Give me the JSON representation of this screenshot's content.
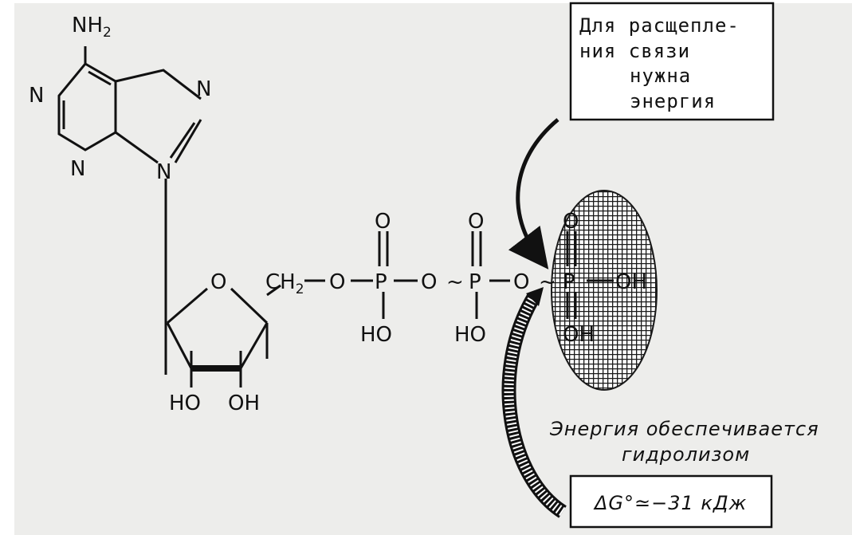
{
  "molecule": {
    "amino": "NH",
    "amino_sub": "2",
    "ring_n1": "N",
    "ring_n3": "N",
    "ring_n7": "N",
    "ring_n9": "N",
    "ring_o": "O",
    "ch2": "CH",
    "ch2_sub": "2",
    "o1": "O",
    "p1": "P",
    "o2": "O",
    "p2": "P",
    "o3": "O",
    "p3": "P",
    "oh_right": "OH",
    "p1_top_o": "O",
    "p2_top_o": "O",
    "p3_top_o": "O",
    "p1_ho": "HO",
    "p2_ho": "HO",
    "p3_oh": "OH",
    "ribose_ho": "HO",
    "ribose_oh": "OH",
    "tilde1": "~",
    "tilde2": "~"
  },
  "annotations": {
    "top_box_lines": [
      "Для расщепле-",
      "ния  связи",
      "нужна",
      "энергия"
    ],
    "bottom_caption_lines": [
      "Энергия  обеспечивается",
      "гидролизом"
    ],
    "delta_g": "ΔG°≃−31 кДж"
  },
  "colors": {
    "ink": "#111111",
    "paper": "#ededeb",
    "box_fill": "#ffffff",
    "hatch": "#1a1a1a"
  }
}
